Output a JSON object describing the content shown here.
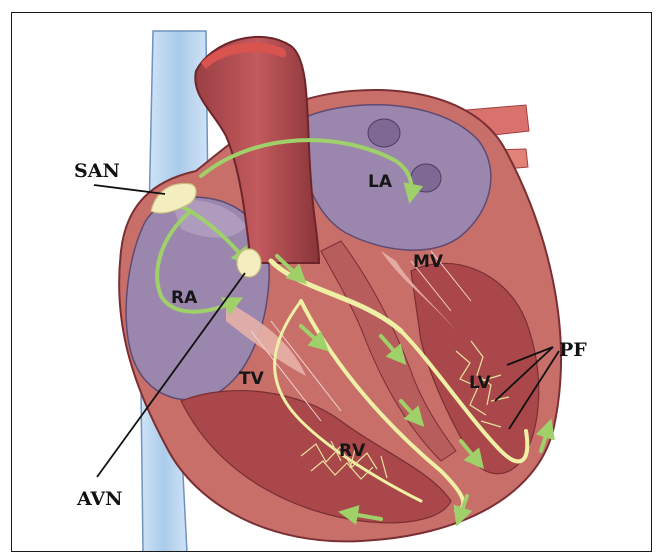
{
  "figure": {
    "colors": {
      "myocardium": "#c86f6a",
      "myocardium_dark": "#8e3a3b",
      "atrium": "#9b86ad",
      "vein": "#bcd6ef",
      "conduction": "#eef0a6",
      "arrow": "#9fd06a",
      "node": "#f3edc0"
    },
    "callouts": {
      "san": "SAN",
      "avn": "AVN",
      "pf": "PF"
    },
    "chambers": {
      "la": "LA",
      "mv": "MV",
      "ra": "RA",
      "tv": "TV",
      "lv": "LV",
      "rv": "RV"
    },
    "icons": [
      "sa-node-icon",
      "av-node-icon",
      "flow-arrow-icon"
    ]
  }
}
